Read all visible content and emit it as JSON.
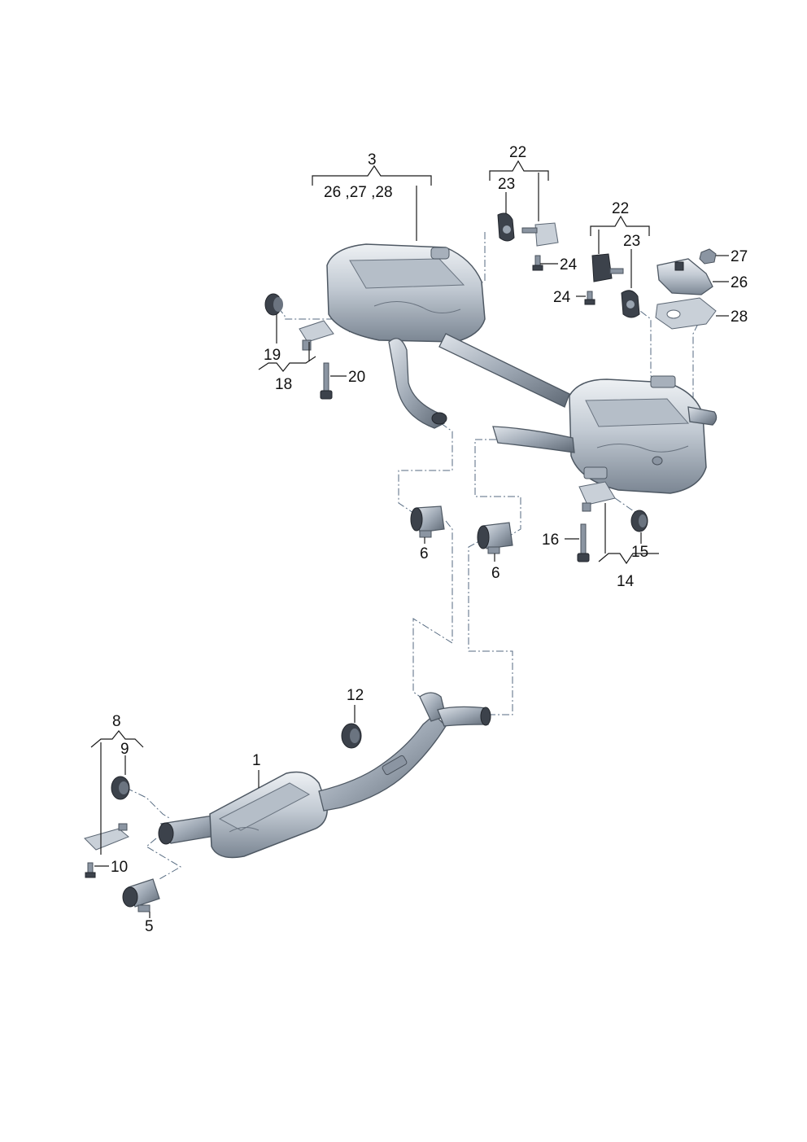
{
  "callouts": {
    "c1": "1",
    "c3": "3",
    "c5": "5",
    "c6a": "6",
    "c6b": "6",
    "c8": "8",
    "c9": "9",
    "c10": "10",
    "c12": "12",
    "c14": "14",
    "c15": "15",
    "c16": "16",
    "c18": "18",
    "c19": "19",
    "c20": "20",
    "c22a": "22",
    "c22b": "22",
    "c23a": "23",
    "c23b": "23",
    "c24a": "24",
    "c24b": "24",
    "c26": "26",
    "c27": "27",
    "c28": "28",
    "c3_sub": "26 ,27 ,28"
  },
  "colors": {
    "line": "#1a1a1a",
    "metal_light": "#d4dae1",
    "metal_mid": "#9aa4b0",
    "metal_dark": "#3c424b",
    "dashed_link": "#556a80"
  }
}
